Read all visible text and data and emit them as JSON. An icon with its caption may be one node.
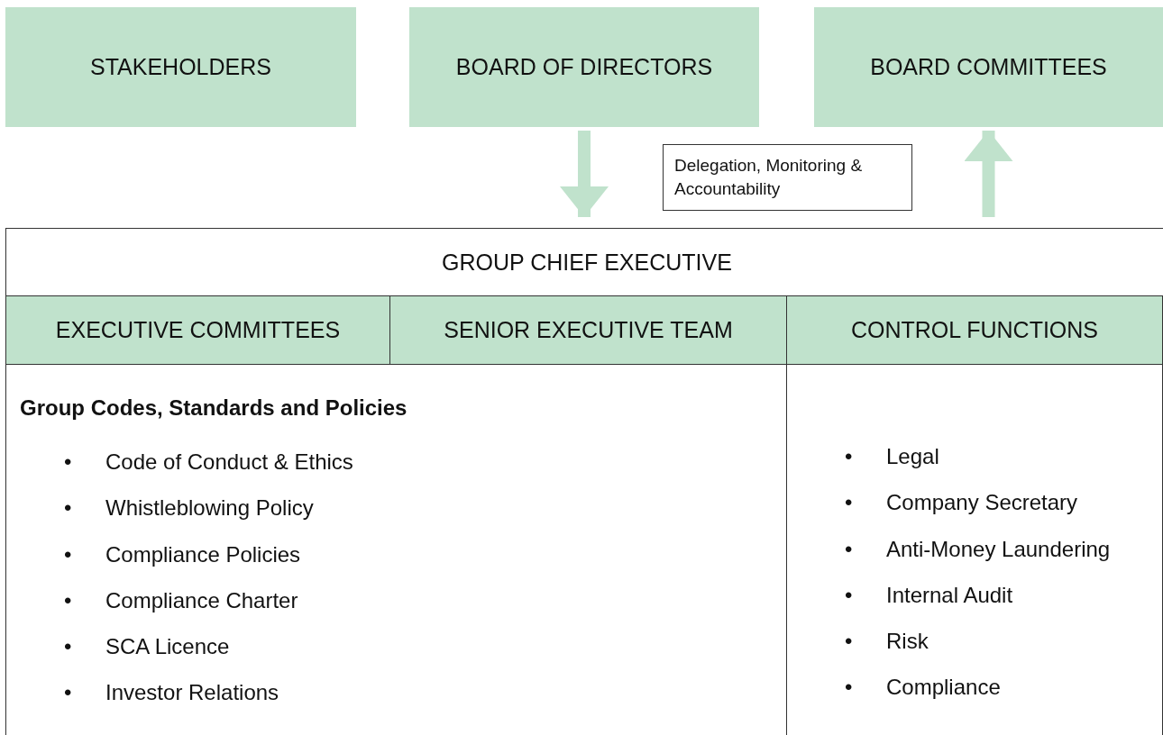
{
  "diagram": {
    "nodes": [
      {
        "text": [
          "STAKEHOLDERS"
        ]
      },
      {
        "text": [
          "BOARD OF DIRECTORS"
        ]
      },
      {
        "text": [
          "BOARD COMMITTEES"
        ]
      },
      {
        "text": [
          "Delegation, Monitoring & Accountability"
        ]
      },
      {
        "text": [
          "GROUP CHIEF EXECUTIVE"
        ]
      },
      {
        "text": [
          "EXECUTIVE COMMITTEES"
        ]
      },
      {
        "text": [
          "SENIOR EXECUTIVE TEAM"
        ]
      },
      {
        "text": [
          "CONTROL FUNCTIONS"
        ]
      },
      {
        "text": [
          "Group Codes, Standards and Policies",
          "Code of Conduct & Ethics",
          "Whistleblowing Policy",
          "Compliance Policies",
          "Compliance Charter",
          "SCA Licence",
          "Investor Relations"
        ]
      },
      {
        "text": [
          "Legal",
          "Company Secretary",
          "Anti-Money Laundering",
          "Internal Audit",
          "Risk",
          "Compliance"
        ]
      }
    ],
    "edges": [
      {
        "from": 1,
        "to": 4,
        "arrow": "to",
        "color": "#c0e2cc"
      },
      {
        "from": 4,
        "to": 2,
        "arrow": "to",
        "color": "#c0e2cc"
      }
    ],
    "labels": [
      "•",
      "•",
      "•",
      "•",
      "•",
      "•",
      "•",
      "•",
      "•",
      "•",
      "•",
      "•"
    ]
  }
}
